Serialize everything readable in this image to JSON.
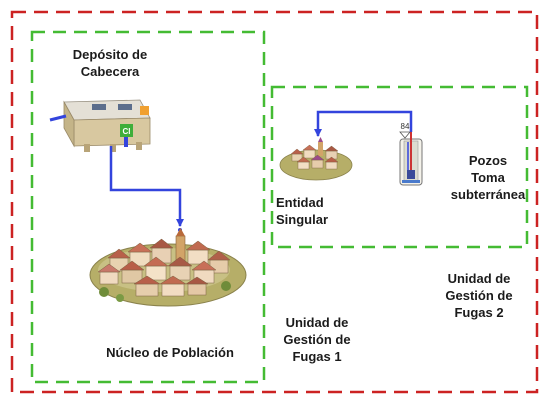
{
  "colors": {
    "outer_border": "#cc2222",
    "zone_border": "#44bb33",
    "flow_arrow": "#3344dd"
  },
  "labels": {
    "deposito": [
      "Depósito de",
      "Cabecera"
    ],
    "nucleo": "Núcleo de Población",
    "unidad1": [
      "Unidad de",
      "Gestión de",
      "Fugas 1"
    ],
    "entidad": [
      "Entidad",
      "Singular"
    ],
    "pozos": [
      "Pozos",
      "Toma",
      "subterránea"
    ],
    "unidad2": [
      "Unidad de",
      "Gestión de",
      "Fugas 2"
    ],
    "well_tag": "84",
    "tank_tag": "Cl"
  },
  "icons": {
    "tank": "water-tank-icon",
    "town": "town-icon",
    "village": "village-icon",
    "well": "well-icon"
  }
}
